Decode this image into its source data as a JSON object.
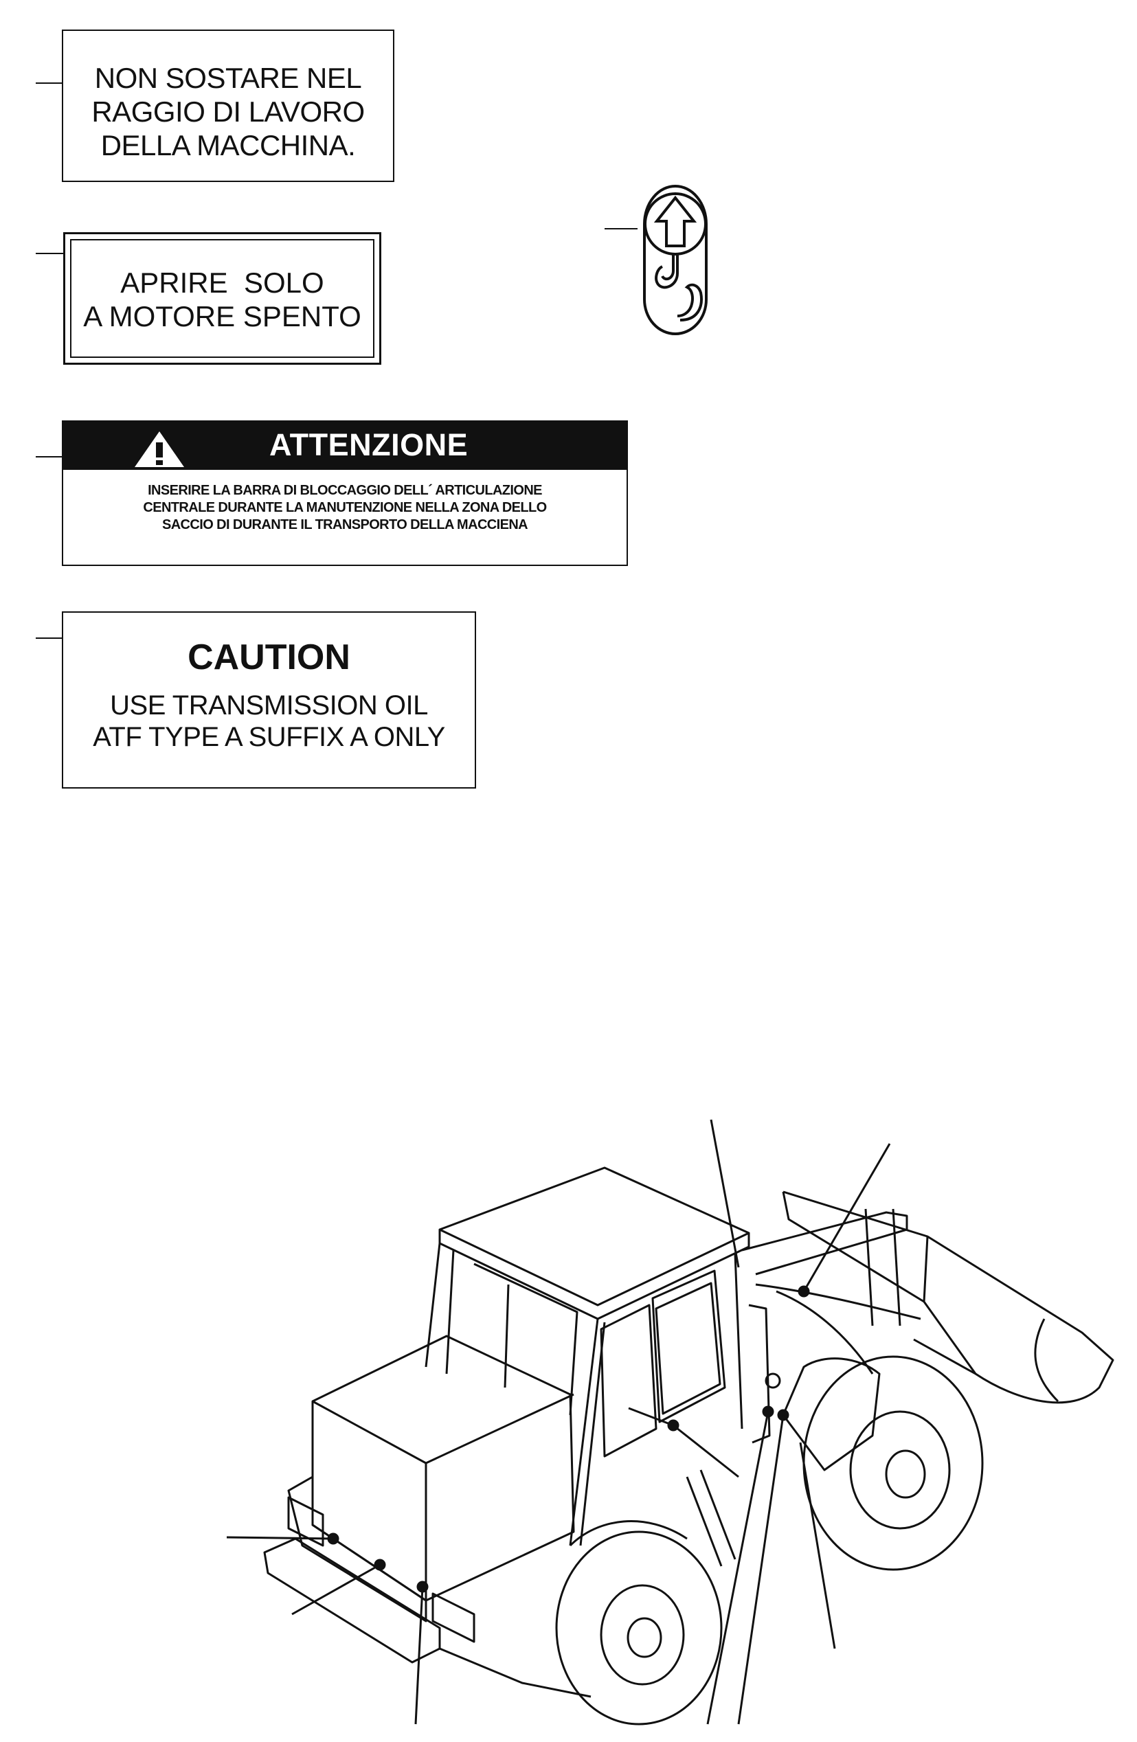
{
  "decals": {
    "no_standing": {
      "lines": [
        "NON SOSTARE NEL",
        "RAGGIO DI LAVORO",
        "DELLA MACCHINA."
      ]
    },
    "engine_off": {
      "lines": [
        "APRIRE  SOLO",
        "A MOTORE SPENTO"
      ]
    },
    "attention": {
      "header": "ATTENZIONE",
      "icon": "warning-triangle-icon",
      "lines": [
        "INSERIRE LA BARRA DI BLOCCAGGIO DELL´ ARTICULAZIONE",
        "CENTRALE DURANTE LA MANUTENZIONE NELLA ZONA DELLO",
        "SACCIO DI DURANTE IL TRANSPORTO DELLA MACCIENA"
      ]
    },
    "caution": {
      "title": "CAUTION",
      "lines": [
        "USE TRANSMISSION OIL",
        "ATF TYPE A SUFFIX A ONLY"
      ]
    }
  },
  "symbols": {
    "lift_point": "lifting-hook-arrow-icon"
  },
  "illustration": {
    "subject": "wheel-loader-icon"
  },
  "colors": {
    "ink": "#111111",
    "paper": "#ffffff"
  }
}
